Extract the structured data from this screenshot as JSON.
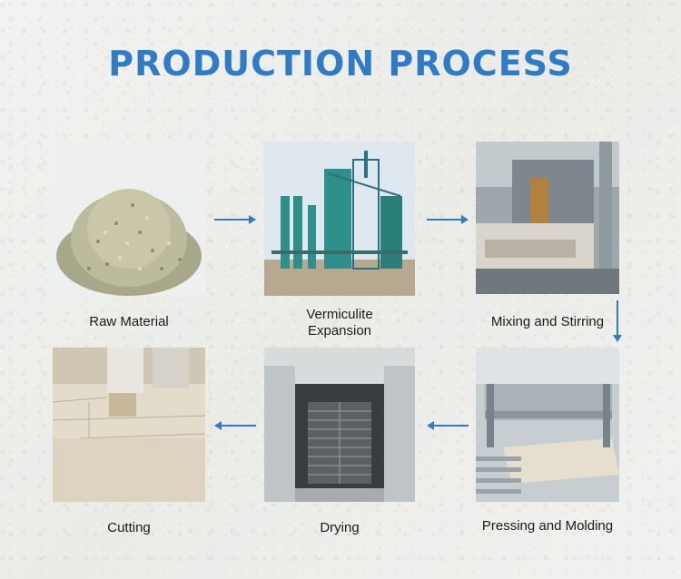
{
  "title": "PRODUCTION PROCESS",
  "accent_color": "#2f7bc5",
  "steps": [
    {
      "label": "Raw Material",
      "icon": "vermiculite-granules-photo"
    },
    {
      "label_line1": "Vermiculite",
      "label_line2": "Expansion",
      "icon": "expansion-plant-photo"
    },
    {
      "label": "Mixing and Stirring",
      "icon": "mixing-machine-photo"
    },
    {
      "label": "Pressing and Molding",
      "icon": "press-machine-photo"
    },
    {
      "label": "Drying",
      "icon": "drying-oven-photo"
    },
    {
      "label": "Cutting",
      "icon": "cnc-cutting-photo"
    }
  ]
}
